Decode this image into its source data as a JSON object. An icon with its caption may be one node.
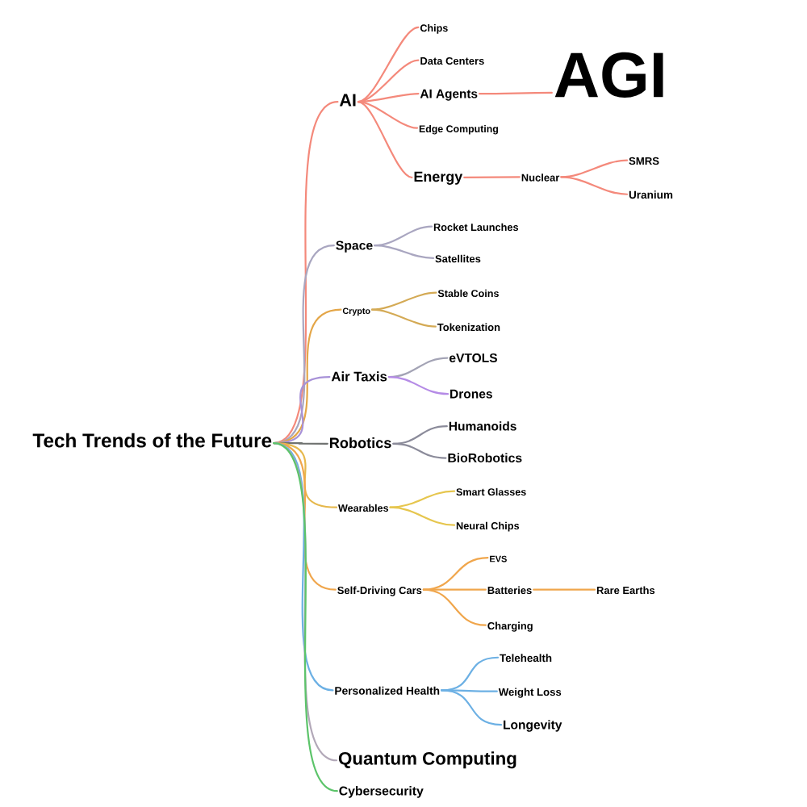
{
  "diagram": {
    "nodes": [
      {
        "text": [
          "Tech Trends of the Future"
        ]
      },
      {
        "text": [
          "AI"
        ]
      },
      {
        "text": [
          "Chips"
        ]
      },
      {
        "text": [
          "Data Centers"
        ]
      },
      {
        "text": [
          "AI Agents"
        ]
      },
      {
        "text": [
          "AGI"
        ]
      },
      {
        "text": [
          "Edge Computing"
        ]
      },
      {
        "text": [
          "Energy"
        ]
      },
      {
        "text": [
          "Nuclear"
        ]
      },
      {
        "text": [
          "SMRS"
        ]
      },
      {
        "text": [
          "Uranium"
        ]
      },
      {
        "text": [
          "Space"
        ]
      },
      {
        "text": [
          "Rocket Launches"
        ]
      },
      {
        "text": [
          "Satellites"
        ]
      },
      {
        "text": [
          "Crypto"
        ]
      },
      {
        "text": [
          "Stable Coins"
        ]
      },
      {
        "text": [
          "Tokenization"
        ]
      },
      {
        "text": [
          "Air Taxis"
        ]
      },
      {
        "text": [
          "eVTOLS"
        ]
      },
      {
        "text": [
          "Drones"
        ]
      },
      {
        "text": [
          "Robotics"
        ]
      },
      {
        "text": [
          "Humanoids"
        ]
      },
      {
        "text": [
          "BioRobotics"
        ]
      },
      {
        "text": [
          "Wearables"
        ]
      },
      {
        "text": [
          "Smart Glasses"
        ]
      },
      {
        "text": [
          "Neural Chips"
        ]
      },
      {
        "text": [
          "Self-Driving Cars"
        ]
      },
      {
        "text": [
          "EVS"
        ]
      },
      {
        "text": [
          "Batteries"
        ]
      },
      {
        "text": [
          "Rare Earths"
        ]
      },
      {
        "text": [
          "Charging"
        ]
      },
      {
        "text": [
          "Personalized Health"
        ]
      },
      {
        "text": [
          "Telehealth"
        ]
      },
      {
        "text": [
          "Weight Loss"
        ]
      },
      {
        "text": [
          "Longevity"
        ]
      },
      {
        "text": [
          "Quantum Computing"
        ]
      },
      {
        "text": [
          "Cybersecurity"
        ]
      }
    ],
    "edges": [
      {
        "from": 0,
        "to": 1,
        "arrow": "none",
        "color": "#f4897b"
      },
      {
        "from": 1,
        "to": 2,
        "arrow": "none",
        "color": "#f4897b"
      },
      {
        "from": 1,
        "to": 3,
        "arrow": "none",
        "color": "#f4897b"
      },
      {
        "from": 1,
        "to": 4,
        "arrow": "none",
        "color": "#f4897b"
      },
      {
        "from": 4,
        "to": 5,
        "arrow": "none",
        "color": "#f4897b"
      },
      {
        "from": 1,
        "to": 6,
        "arrow": "none",
        "color": "#f4897b"
      },
      {
        "from": 1,
        "to": 7,
        "arrow": "none",
        "color": "#f4897b"
      },
      {
        "from": 7,
        "to": 8,
        "arrow": "none",
        "color": "#f4897b"
      },
      {
        "from": 8,
        "to": 9,
        "arrow": "none",
        "color": "#f4897b"
      },
      {
        "from": 8,
        "to": 10,
        "arrow": "none",
        "color": "#f4897b"
      },
      {
        "from": 0,
        "to": 11,
        "arrow": "none",
        "color": "#a9a6c0"
      },
      {
        "from": 11,
        "to": 12,
        "arrow": "none",
        "color": "#a9a6c0"
      },
      {
        "from": 11,
        "to": 13,
        "arrow": "none",
        "color": "#a9a6c0"
      },
      {
        "from": 0,
        "to": 14,
        "arrow": "none",
        "color": "#e4a648"
      },
      {
        "from": 14,
        "to": 15,
        "arrow": "none",
        "color": "#d4aa55"
      },
      {
        "from": 14,
        "to": 16,
        "arrow": "none",
        "color": "#d4aa55"
      },
      {
        "from": 0,
        "to": 17,
        "arrow": "none",
        "color": "#a892d8"
      },
      {
        "from": 17,
        "to": 18,
        "arrow": "none",
        "color": "#a3a3b5"
      },
      {
        "from": 17,
        "to": 19,
        "arrow": "none",
        "color": "#b58be6"
      },
      {
        "from": 0,
        "to": 20,
        "arrow": "none",
        "color": "#6f7270"
      },
      {
        "from": 20,
        "to": 21,
        "arrow": "none",
        "color": "#8b8b9a"
      },
      {
        "from": 20,
        "to": 22,
        "arrow": "none",
        "color": "#8b8b9a"
      },
      {
        "from": 0,
        "to": 23,
        "arrow": "none",
        "color": "#e6b84c"
      },
      {
        "from": 23,
        "to": 24,
        "arrow": "none",
        "color": "#e6c64e"
      },
      {
        "from": 23,
        "to": 25,
        "arrow": "none",
        "color": "#e6c64e"
      },
      {
        "from": 0,
        "to": 26,
        "arrow": "none",
        "color": "#f0a64c"
      },
      {
        "from": 26,
        "to": 27,
        "arrow": "none",
        "color": "#f0a64c"
      },
      {
        "from": 26,
        "to": 28,
        "arrow": "none",
        "color": "#f0a64c"
      },
      {
        "from": 28,
        "to": 29,
        "arrow": "none",
        "color": "#f0a64c"
      },
      {
        "from": 26,
        "to": 30,
        "arrow": "none",
        "color": "#f0a64c"
      },
      {
        "from": 0,
        "to": 31,
        "arrow": "none",
        "color": "#6cb0e4"
      },
      {
        "from": 31,
        "to": 32,
        "arrow": "none",
        "color": "#6cb0e4"
      },
      {
        "from": 31,
        "to": 33,
        "arrow": "none",
        "color": "#6cb0e4"
      },
      {
        "from": 31,
        "to": 34,
        "arrow": "none",
        "color": "#6cb0e4"
      },
      {
        "from": 0,
        "to": 35,
        "arrow": "none",
        "color": "#b2a8b8"
      },
      {
        "from": 0,
        "to": 36,
        "arrow": "none",
        "color": "#5cc46a"
      }
    ]
  }
}
